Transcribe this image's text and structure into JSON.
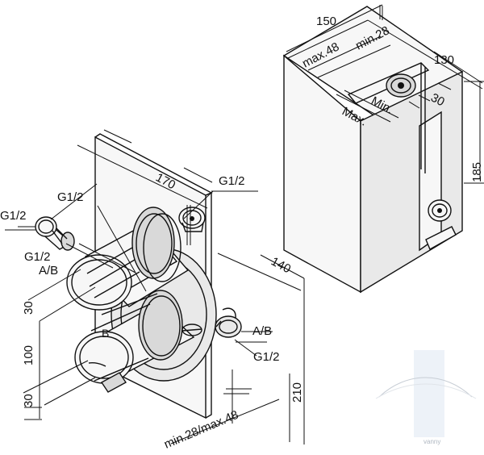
{
  "labels": {
    "g12_left_top": "G1/2",
    "g12_left_mid": "G1/2",
    "g12_left_lower": "G1/2",
    "ab_left": "A/B",
    "g12_top": "G1/2",
    "ab_right": "A/B",
    "g12_right": "G1/2"
  },
  "dimensions": {
    "d170": "170",
    "d140": "140",
    "d30_top": "30",
    "d100": "100",
    "d30_bottom": "30",
    "d210": "210",
    "minmax_bottom": "min.28/max.48",
    "d150": "150",
    "max48": "max.48",
    "min28": "min.28",
    "d130": "130",
    "d30_box": "30",
    "d185": "185",
    "min_label": "Min.",
    "max_label": "Max."
  },
  "watermark": {
    "text": "vanny"
  }
}
